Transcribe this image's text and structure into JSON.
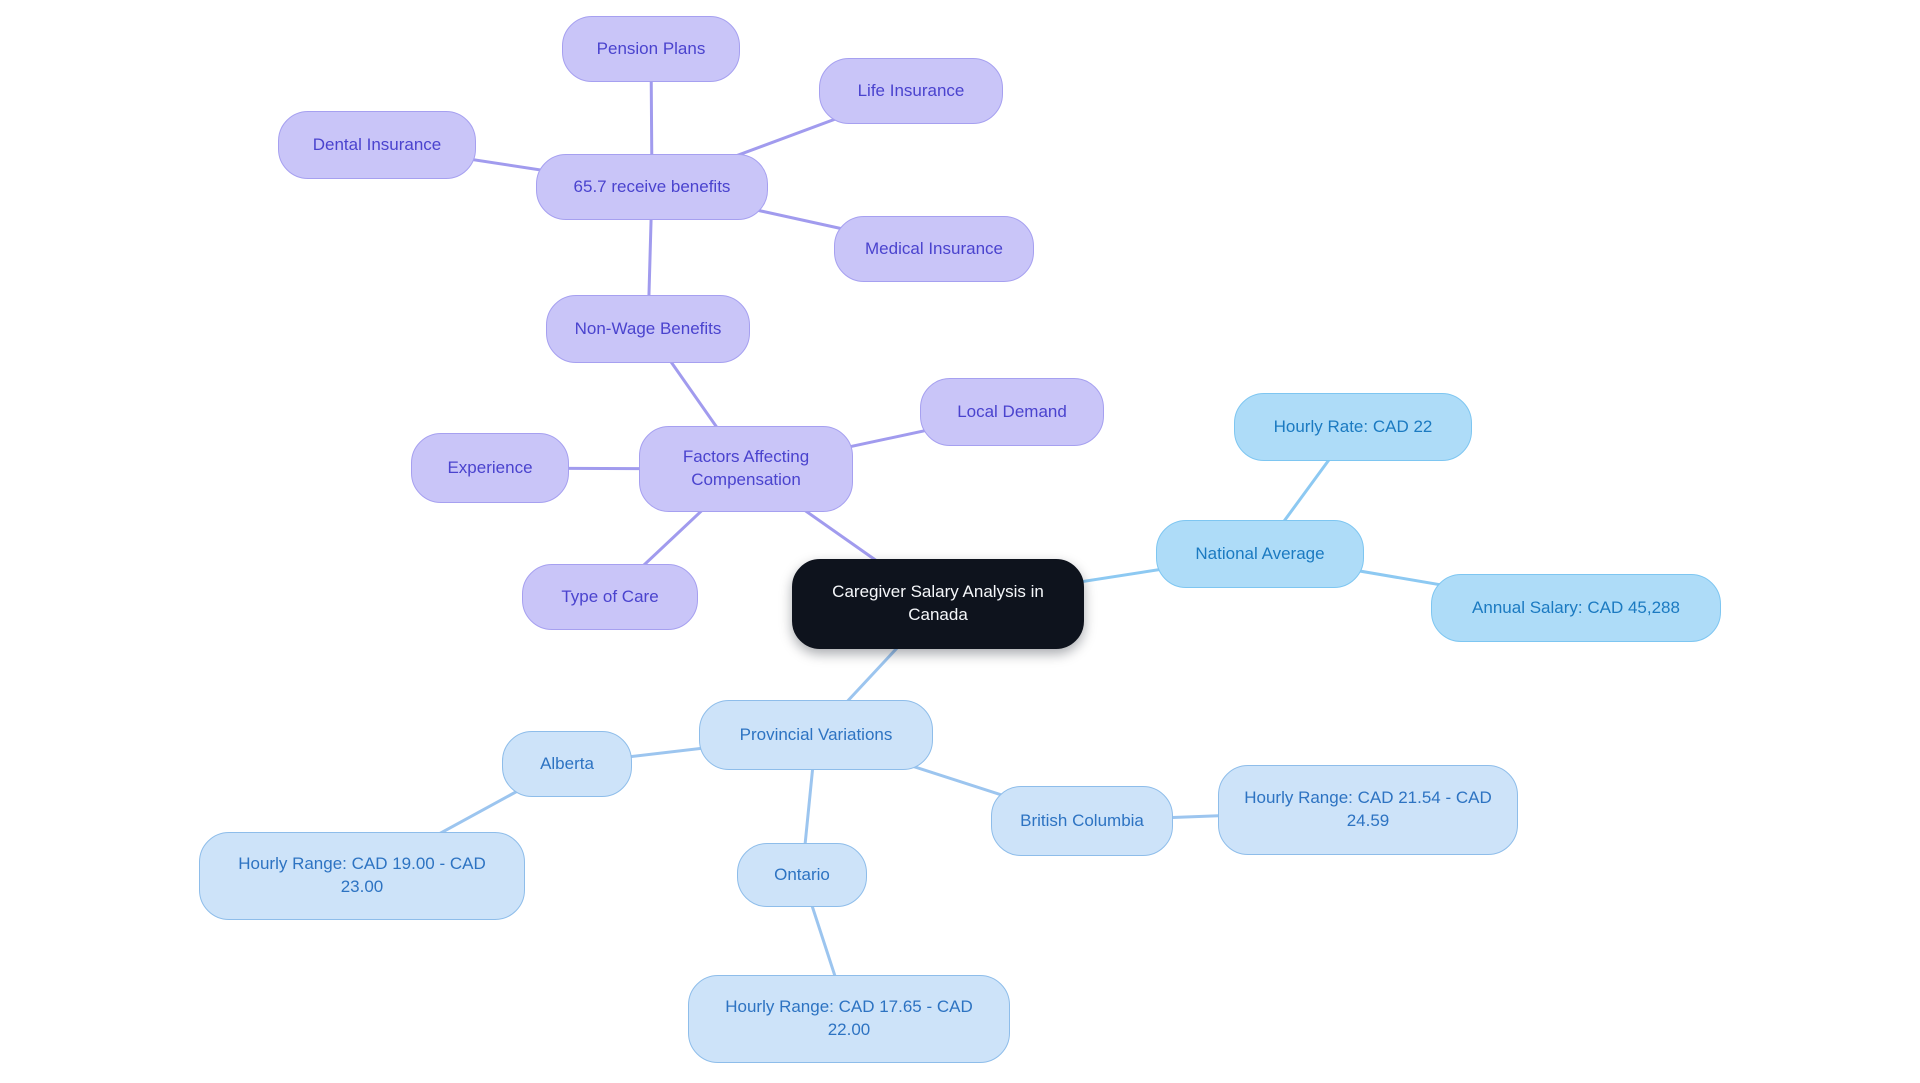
{
  "colors": {
    "background": "#ffffff",
    "root_fill": "#0e131d",
    "root_text": "#f5f7fa",
    "purple_fill": "#c9c5f8",
    "purple_border": "#a6a0f0",
    "purple_text": "#4a43ce",
    "purple_edge": "#a19bee",
    "blue_fill": "#aedcf8",
    "blue_border": "#7ec6f1",
    "blue_text": "#1b7ac1",
    "blue_edge": "#8dc9f2",
    "pale_blue_fill": "#cde3f9",
    "pale_blue_border": "#8ebdea",
    "pale_blue_text": "#2d73c2",
    "pale_blue_edge": "#9cc5ef"
  },
  "mindmap": {
    "root": {
      "label": "Caregiver Salary Analysis in Canada"
    },
    "branches": {
      "factors": {
        "label": "Factors Affecting Compensation",
        "children": {
          "experience": {
            "label": "Experience"
          },
          "type_of_care": {
            "label": "Type of Care"
          },
          "local_demand": {
            "label": "Local Demand"
          },
          "non_wage_benefits": {
            "label": "Non-Wage Benefits",
            "children": {
              "receive_benefits": {
                "label": "65.7 receive benefits",
                "children": {
                  "pension_plans": {
                    "label": "Pension Plans"
                  },
                  "life_insurance": {
                    "label": "Life Insurance"
                  },
                  "dental_insurance": {
                    "label": "Dental Insurance"
                  },
                  "medical_insurance": {
                    "label": "Medical Insurance"
                  }
                }
              }
            }
          }
        }
      },
      "national_average": {
        "label": "National Average",
        "children": {
          "hourly_rate": {
            "label": "Hourly Rate: CAD 22"
          },
          "annual_salary": {
            "label": "Annual Salary: CAD 45,288"
          }
        }
      },
      "provincial_variations": {
        "label": "Provincial Variations",
        "children": {
          "alberta": {
            "label": "Alberta",
            "children": {
              "hourly_range": {
                "label": "Hourly Range: CAD 19.00 - CAD 23.00"
              }
            }
          },
          "british_columbia": {
            "label": "British Columbia",
            "children": {
              "hourly_range": {
                "label": "Hourly Range: CAD 21.54 - CAD 24.59"
              }
            }
          },
          "ontario": {
            "label": "Ontario",
            "children": {
              "hourly_range": {
                "label": "Hourly Range: CAD 17.65 - CAD 22.00"
              }
            }
          }
        }
      }
    }
  }
}
